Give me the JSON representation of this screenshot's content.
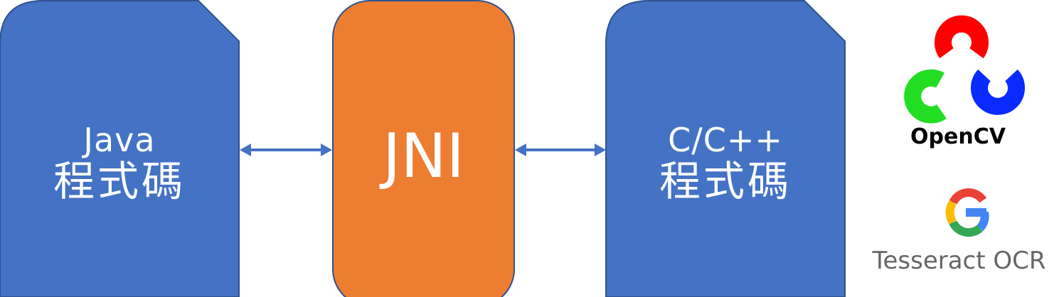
{
  "diagram": {
    "java_box": {
      "line1": "Java",
      "line2": "程式碼",
      "color": "#4472C4"
    },
    "jni_box": {
      "label": "JNI",
      "color": "#ED7D31"
    },
    "cpp_box": {
      "line1": "C/C++",
      "line2": "程式碼",
      "color": "#4472C4"
    },
    "arrows": {
      "color": "#4472C4",
      "style": "double-headed"
    }
  },
  "logos": {
    "opencv": {
      "icon": "opencv-logo-icon",
      "label": "OpenCV",
      "colors": [
        "#FF0000",
        "#22DD22",
        "#0A2BFF"
      ]
    },
    "tesseract": {
      "icon": "google-g-icon",
      "label": "Tesseract OCR",
      "colors": [
        "#4285F4",
        "#EA4335",
        "#FBBC05",
        "#34A853"
      ]
    }
  }
}
